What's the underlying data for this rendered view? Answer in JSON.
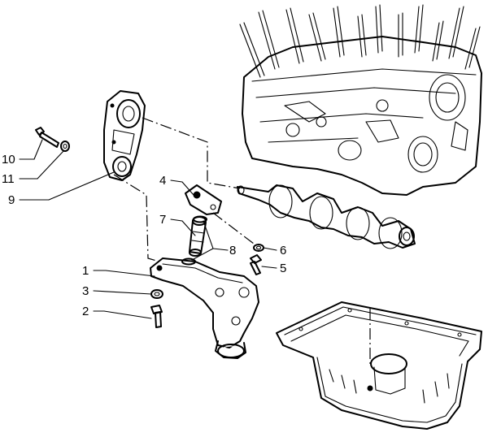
{
  "callouts": [
    {
      "id": "10",
      "text": "10"
    },
    {
      "id": "11",
      "text": "11"
    },
    {
      "id": "9",
      "text": "9"
    },
    {
      "id": "4",
      "text": "4"
    },
    {
      "id": "7",
      "text": "7"
    },
    {
      "id": "8",
      "text": "8"
    },
    {
      "id": "6",
      "text": "6"
    },
    {
      "id": "5",
      "text": "5"
    },
    {
      "id": "1",
      "text": "1"
    },
    {
      "id": "3",
      "text": "3"
    },
    {
      "id": "2",
      "text": "2"
    }
  ]
}
